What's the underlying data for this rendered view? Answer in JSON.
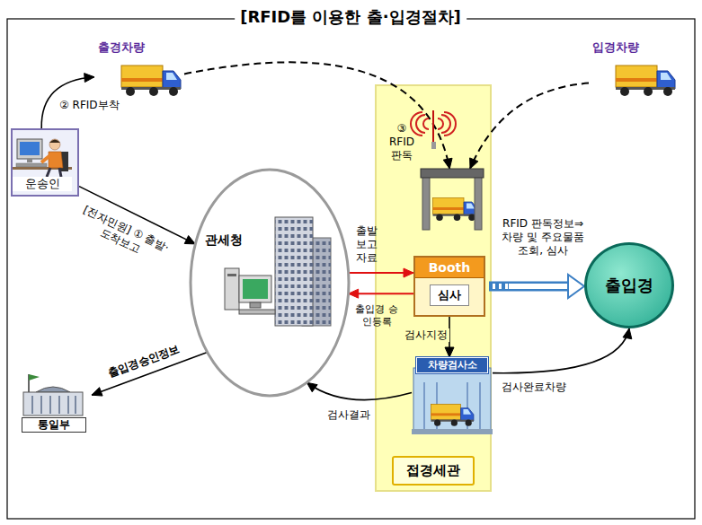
{
  "diagram": {
    "title": "[RFID를 이용한 출·입경절차]",
    "nodes": [
      {
        "text": [
          "운송인"
        ]
      },
      {
        "text": [
          "출경차량"
        ]
      },
      {
        "text": [
          "입경차량"
        ]
      },
      {
        "text": [
          "관세청"
        ]
      },
      {
        "text": [
          "접경세관"
        ]
      },
      {
        "text": [
          "③ RFID 판독"
        ],
        "in": 4
      },
      {
        "text": [
          "Booth",
          "심사"
        ],
        "in": 4
      },
      {
        "text": [
          "차량검사소"
        ],
        "in": 4
      },
      {
        "text": [
          "출입경"
        ]
      },
      {
        "text": [
          "통일부"
        ]
      }
    ],
    "edges": [
      {
        "from": 0,
        "to": 3,
        "label": "[전자민원] ① 출발·도착보고",
        "arrow": "to"
      },
      {
        "from": 0,
        "to": 1,
        "label": "② RFID부착",
        "arrow": "to"
      },
      {
        "from": 1,
        "to": 5,
        "arrow": "to"
      },
      {
        "from": 2,
        "to": 5,
        "arrow": "to"
      },
      {
        "from": 3,
        "to": 6,
        "label": "출발 보고 자료",
        "arrow": "to"
      },
      {
        "from": 6,
        "to": 3,
        "label": "출입경 승인등록",
        "arrow": "to"
      },
      {
        "from": 6,
        "to": 8,
        "label": "RFID 판독정보⇒ 차량 및 주요물품 조회, 심사",
        "arrow": "to"
      },
      {
        "from": 6,
        "to": 7,
        "label": "검사지정",
        "arrow": "to"
      },
      {
        "from": 7,
        "to": 3,
        "label": "검사결과",
        "arrow": "to"
      },
      {
        "from": 7,
        "to": 8,
        "label": "검사완료차량",
        "arrow": "to"
      },
      {
        "from": 3,
        "to": 9,
        "label": "출입경승인정보",
        "arrow": "to"
      }
    ]
  }
}
